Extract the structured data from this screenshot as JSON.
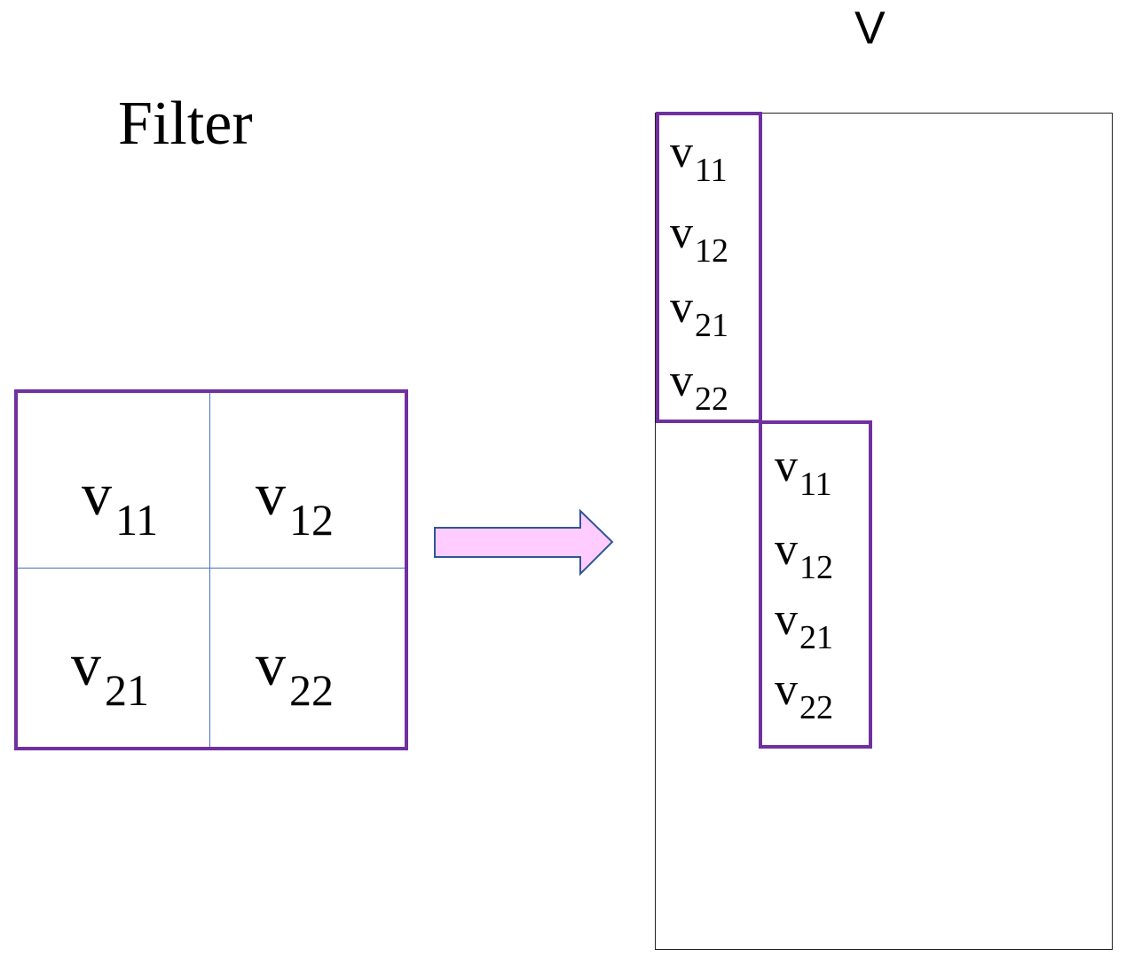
{
  "titles": {
    "filter": "Filter",
    "matrix": "V"
  },
  "filter": {
    "cells": [
      {
        "letter": "v",
        "sub": "11"
      },
      {
        "letter": "v",
        "sub": "12"
      },
      {
        "letter": "v",
        "sub": "21"
      },
      {
        "letter": "v",
        "sub": "22"
      }
    ]
  },
  "matrix": {
    "column1": [
      {
        "letter": "v",
        "sub": "11"
      },
      {
        "letter": "v",
        "sub": "12"
      },
      {
        "letter": "v",
        "sub": "21"
      },
      {
        "letter": "v",
        "sub": "22"
      }
    ],
    "column2": [
      {
        "letter": "v",
        "sub": "11"
      },
      {
        "letter": "v",
        "sub": "12"
      },
      {
        "letter": "v",
        "sub": "21"
      },
      {
        "letter": "v",
        "sub": "22"
      }
    ]
  },
  "colors": {
    "highlight": "#7030A0",
    "grid": "#4472C4",
    "arrow_fill": "#FFCCFF",
    "arrow_stroke": "#2F5597"
  }
}
